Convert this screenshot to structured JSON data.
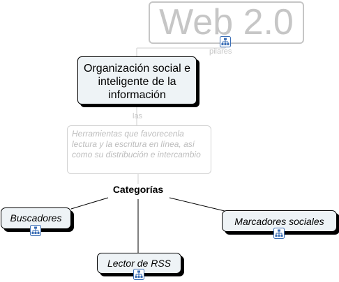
{
  "diagram": {
    "title": "Web 2.0",
    "link_pilares": "pilares",
    "org_node": "Organización social e inteligente de la información",
    "link_las": "las",
    "tools_node": "Herramientas que favorecenla lectura y la escritura en línea, así como su distribución e intercambio",
    "categories_label": "Categorías",
    "leaves": {
      "buscadores": "Buscadores",
      "marcadores": "Marcadores sociales",
      "lector": "Lector de RSS"
    }
  },
  "colors": {
    "node_fill": "#eef3f6",
    "faded": "#c6c6c6",
    "icon_blue": "#3a6db5"
  },
  "icons": [
    "submap-icon"
  ]
}
